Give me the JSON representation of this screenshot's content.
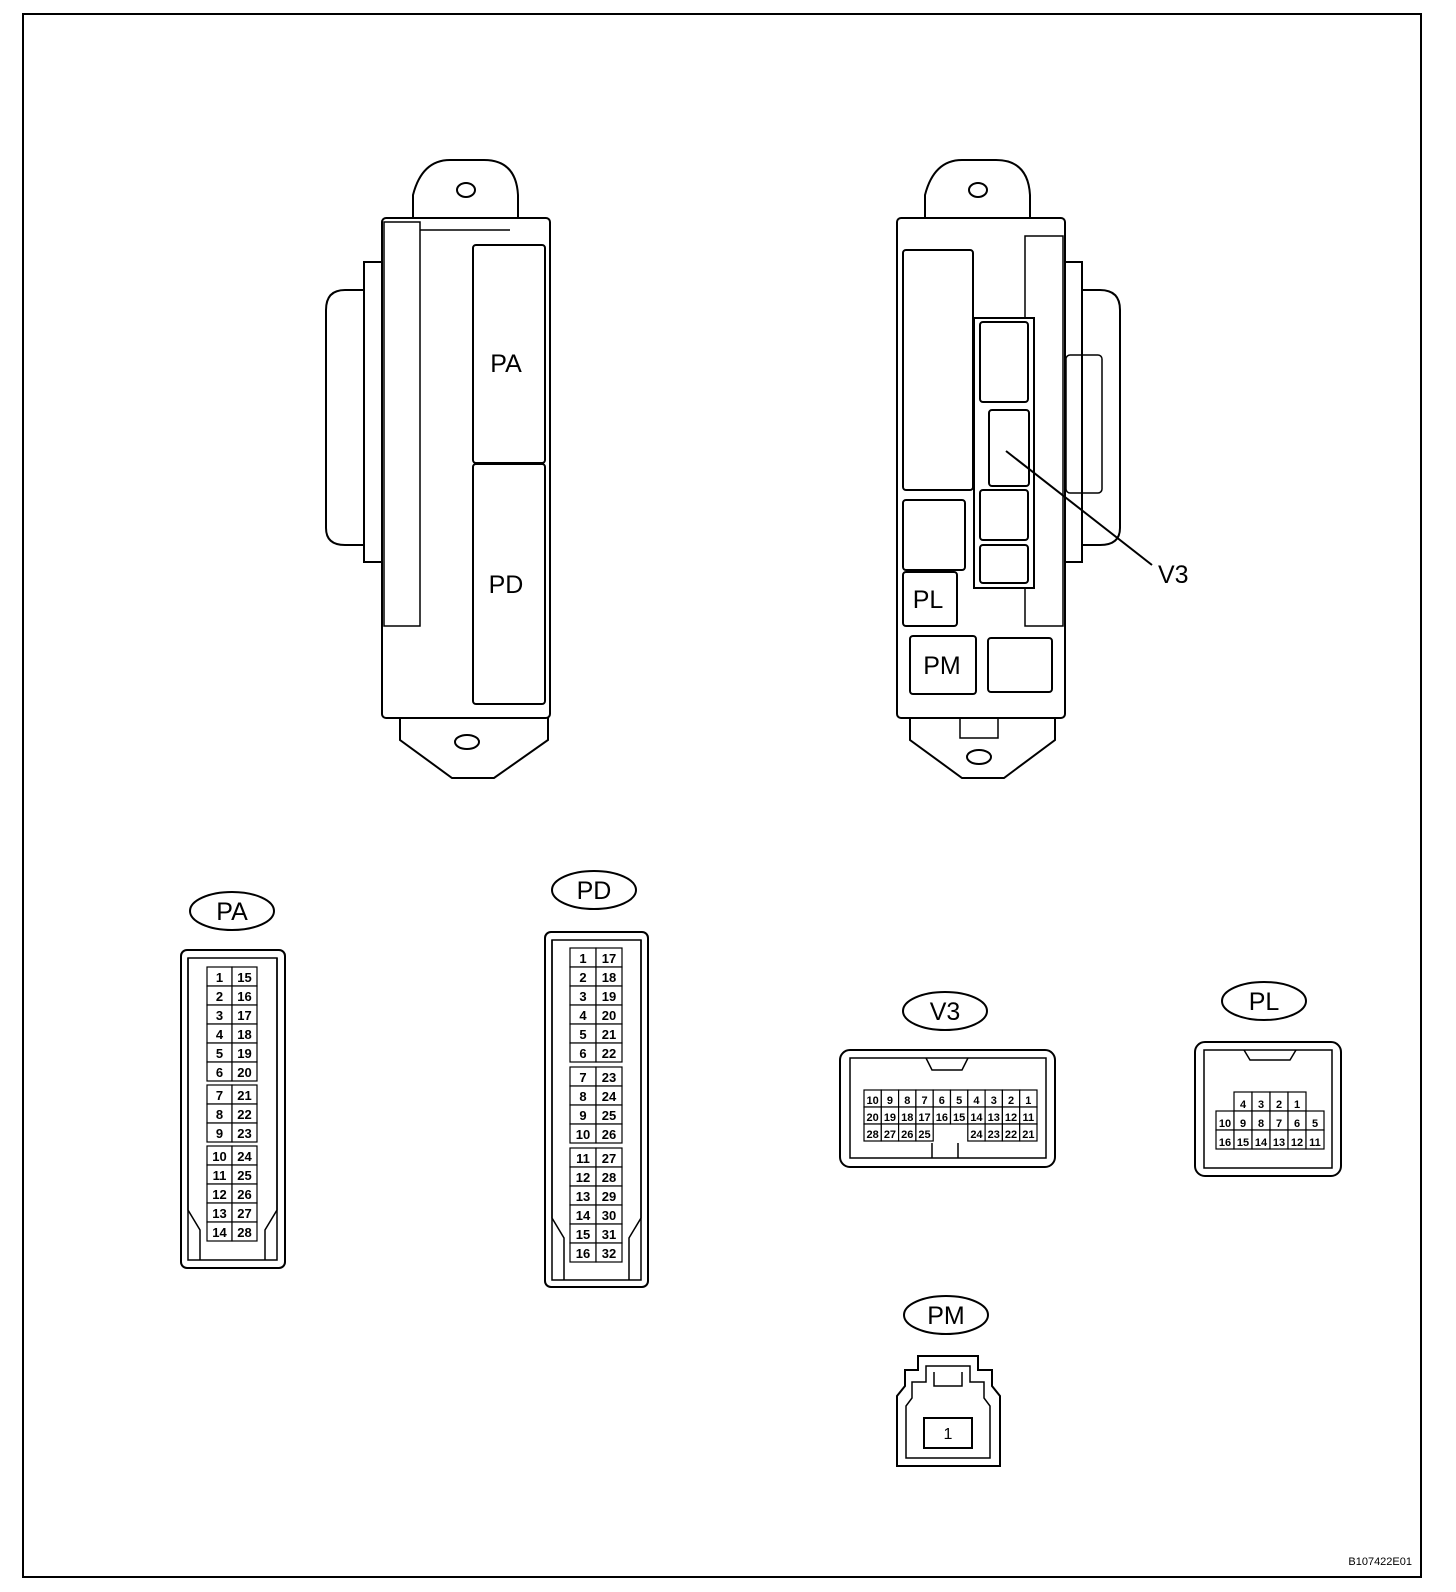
{
  "units": {
    "front": {
      "labels": [
        "PA",
        "PD"
      ]
    },
    "rear": {
      "labels": [
        "PL",
        "PM"
      ],
      "pointer_label": "V3"
    }
  },
  "connectors": {
    "PA": {
      "name": "PA",
      "blocks": [
        [
          [
            1,
            15
          ],
          [
            2,
            16
          ],
          [
            3,
            17
          ],
          [
            4,
            18
          ],
          [
            5,
            19
          ],
          [
            6,
            20
          ]
        ],
        [
          [
            7,
            21
          ],
          [
            8,
            22
          ],
          [
            9,
            23
          ]
        ],
        [
          [
            10,
            24
          ],
          [
            11,
            25
          ],
          [
            12,
            26
          ],
          [
            13,
            27
          ],
          [
            14,
            28
          ]
        ]
      ]
    },
    "PD": {
      "name": "PD",
      "blocks": [
        [
          [
            1,
            17
          ],
          [
            2,
            18
          ],
          [
            3,
            19
          ],
          [
            4,
            20
          ],
          [
            5,
            21
          ],
          [
            6,
            22
          ]
        ],
        [
          [
            7,
            23
          ],
          [
            8,
            24
          ],
          [
            9,
            25
          ],
          [
            10,
            26
          ]
        ],
        [
          [
            11,
            27
          ],
          [
            12,
            28
          ],
          [
            13,
            29
          ],
          [
            14,
            30
          ],
          [
            15,
            31
          ],
          [
            16,
            32
          ]
        ]
      ]
    },
    "V3": {
      "name": "V3",
      "rows": [
        [
          "10",
          "9",
          "8",
          "7",
          "6",
          "5",
          "4",
          "3",
          "2",
          "1"
        ],
        [
          "20",
          "19",
          "18",
          "17",
          "16",
          "15",
          "14",
          "13",
          "12",
          "11"
        ],
        [
          "28",
          "27",
          "26",
          "25",
          "",
          "",
          "24",
          "23",
          "22",
          "21"
        ]
      ]
    },
    "PL": {
      "name": "PL",
      "rows": [
        [
          "",
          "4",
          "3",
          "2",
          "1",
          ""
        ],
        [
          "10",
          "9",
          "8",
          "7",
          "6",
          "5"
        ],
        [
          "16",
          "15",
          "14",
          "13",
          "12",
          "11"
        ]
      ]
    },
    "PM": {
      "name": "PM",
      "pins": [
        "1"
      ]
    }
  },
  "figure_code": "B107422E01"
}
